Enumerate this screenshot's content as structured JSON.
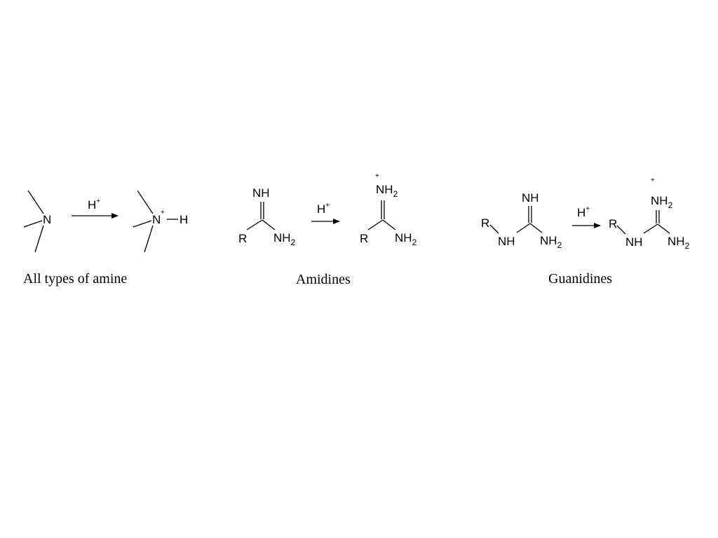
{
  "reagent": {
    "symbol": "H",
    "charge": "+"
  },
  "amine": {
    "caption": "All types of amine",
    "reactant": {
      "atom": "N"
    },
    "product": {
      "atom": "N",
      "charge": "+",
      "added": "H"
    }
  },
  "amidine": {
    "caption": "Amidines",
    "reactant": {
      "group": "R",
      "imine": "NH",
      "amine": "NH",
      "amine_sub": "2"
    },
    "product": {
      "group": "R",
      "iminium": "NH",
      "iminium_sub": "2",
      "charge": "+",
      "amine": "NH",
      "amine_sub": "2"
    }
  },
  "guanidine": {
    "caption": "Guanidines",
    "reactant": {
      "group": "R",
      "link": "NH",
      "imine": "NH",
      "amine": "NH",
      "amine_sub": "2"
    },
    "product": {
      "group": "R",
      "link": "NH",
      "iminium": "NH",
      "iminium_sub": "2",
      "charge": "+",
      "amine": "NH",
      "amine_sub": "2"
    }
  }
}
